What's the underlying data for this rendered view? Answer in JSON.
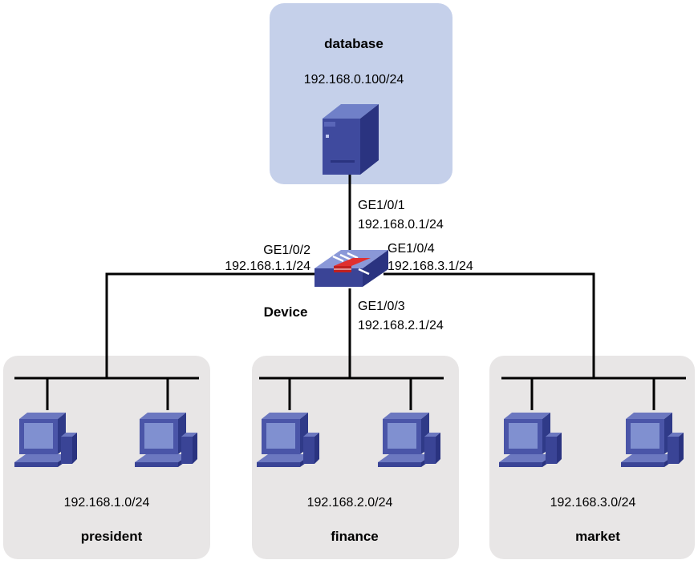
{
  "colors": {
    "database_zone": "#c5d0ea",
    "lan_zone": "#e8e6e6",
    "device_body": "#5a6ab0",
    "pc_body": "#4a55a8",
    "pc_screen": "#8090d0",
    "firewall_accent": "#e03030"
  },
  "database": {
    "title": "database",
    "subnet": "192.168.0.100/24",
    "icon": "server-icon"
  },
  "device": {
    "label": "Device",
    "icon": "firewall-icon",
    "interfaces": [
      {
        "name": "GE1/0/1",
        "ip": "192.168.0.1/24"
      },
      {
        "name": "GE1/0/2",
        "ip": "192.168.1.1/24"
      },
      {
        "name": "GE1/0/3",
        "ip": "192.168.2.1/24"
      },
      {
        "name": "GE1/0/4",
        "ip": "192.168.3.1/24"
      }
    ]
  },
  "segments": [
    {
      "title": "president",
      "subnet": "192.168.1.0/24",
      "icon": "pc-icon"
    },
    {
      "title": "finance",
      "subnet": "192.168.2.0/24",
      "icon": "pc-icon"
    },
    {
      "title": "market",
      "subnet": "192.168.3.0/24",
      "icon": "pc-icon"
    }
  ]
}
